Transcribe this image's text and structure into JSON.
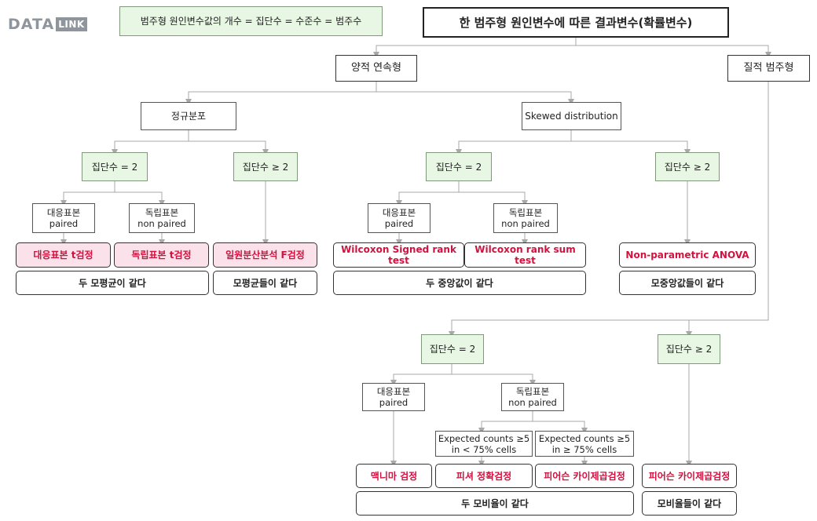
{
  "logo": {
    "word1": "DATA",
    "word2": "LINK"
  },
  "note": "범주형 원인변수값의 개수 = 집단수 = 수준수 = 범주수",
  "title": "한 범주형 원인변수에 따른 결과변수(확률변수)",
  "quant": "양적 연속형",
  "qual": "질적 범주형",
  "normal": "정규분포",
  "skewed": "Skewed distribution",
  "groups_eq2": "집단수 = 2",
  "groups_ge2": "집단수 ≥ 2",
  "paired": [
    "대응표본",
    "paired"
  ],
  "nonpaired": [
    "독립표본",
    "non paired"
  ],
  "tests": {
    "paired_t": "대응표본 t검정",
    "indep_t": "독립표본 t검정",
    "anova": "일원분산분석 F검정",
    "wilcoxon_signed": "Wilcoxon Signed rank test",
    "wilcoxon_sum": "Wilcoxon rank sum test",
    "np_anova": "Non-parametric ANOVA",
    "mcnemar": "맥니마 검정",
    "fisher": "피셔 정확검정",
    "chi_a": "피어슨 카이제곱검정",
    "chi_b": "피어슨 카이제곱검정"
  },
  "results": {
    "two_means": "두 모평균이 같다",
    "means": "모평균들이 같다",
    "two_medians": "두 중앙값이 같다",
    "medians": "모중앙값들이 같다",
    "two_props": "두 모비율이 같다",
    "props": "모비율들이 같다"
  },
  "expected_lt": [
    "Expected counts ≥5",
    "in < 75% cells"
  ],
  "expected_ge": [
    "Expected counts ≥5",
    "in ≥ 75% cells"
  ]
}
